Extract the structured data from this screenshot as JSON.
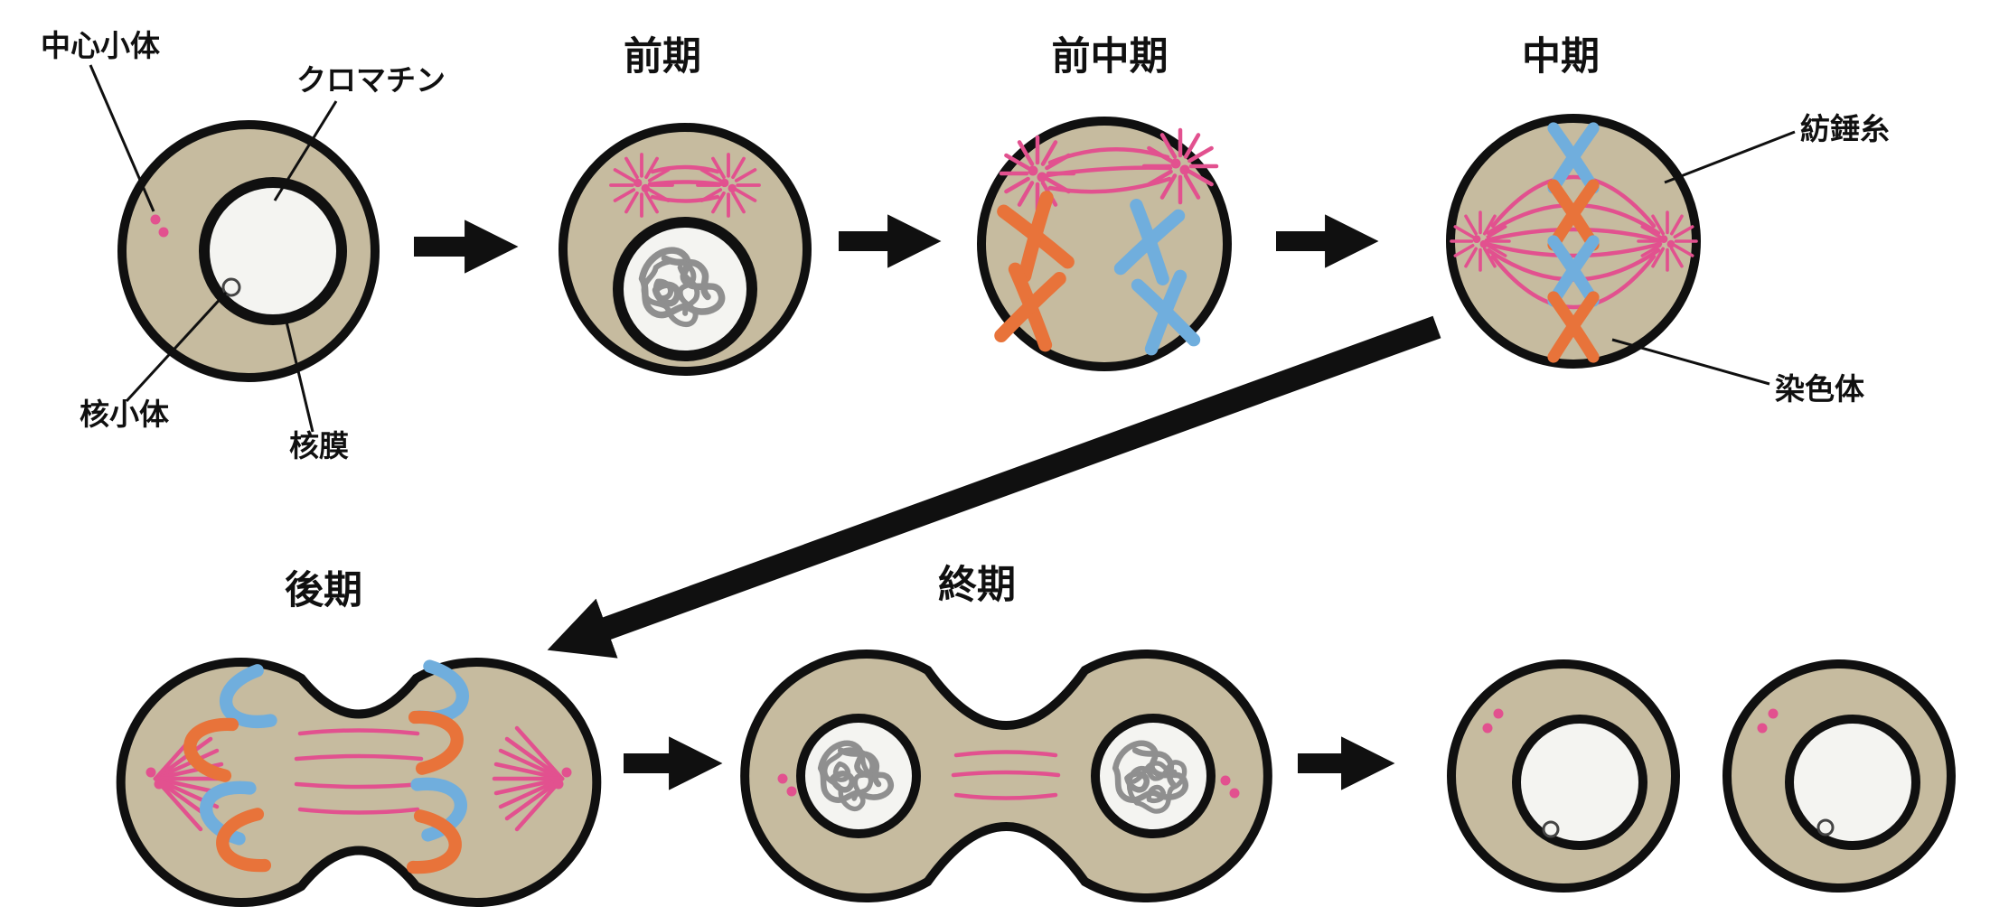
{
  "figure": {
    "stages": {
      "prophase": "前期",
      "prometaphase": "前中期",
      "metaphase": "中期",
      "anaphase": "後期",
      "telophase": "終期"
    },
    "labels": {
      "centriole": "中心小体",
      "chromatin": "クロマチン",
      "nucleolus": "核小体",
      "nuclear_envelope": "核膜",
      "spindle_fiber": "紡錘糸",
      "chromosome": "染色体"
    },
    "colors": {
      "background": "#ffffff",
      "cytoplasm": "#c6bb9f",
      "outline": "#101010",
      "nucleus": "#f4f4f1",
      "spindle": "#e2518f",
      "chromosome_orange": "#e8733a",
      "chromosome_blue": "#70aedd",
      "chromatin": "#8f8f8f"
    }
  }
}
